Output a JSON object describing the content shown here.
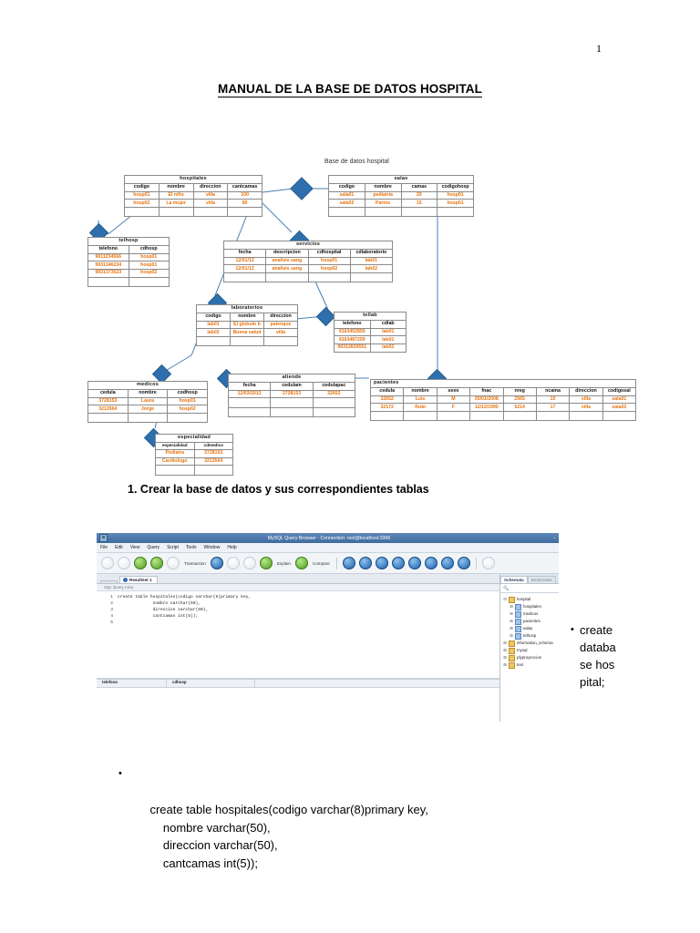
{
  "page": {
    "number": "1",
    "title": "MANUAL DE LA BASE DE DATOS HOSPITAL"
  },
  "diagram": {
    "caption": "Base de datos hospital",
    "tables": {
      "hospitales": {
        "name": "hospitales",
        "columns": [
          "codigo",
          "nombre",
          "direccion",
          "cantcamas"
        ],
        "rows": [
          [
            "hosp01",
            "El niño",
            "villa",
            "100"
          ],
          [
            "hosp02",
            "La mujer",
            "villa",
            "80"
          ]
        ]
      },
      "salas": {
        "name": "salas",
        "columns": [
          "codigo",
          "nombre",
          "camas",
          "codigohosp"
        ],
        "rows": [
          [
            "sala01",
            "pediatria",
            "20",
            "hosp01"
          ],
          [
            "sala02",
            "Partos",
            "15",
            "hosp01"
          ]
        ]
      },
      "telhosp": {
        "name": "telhosp",
        "columns": [
          "telefono",
          "cdhosp"
        ],
        "rows": [
          [
            "9011234566",
            "hosp01"
          ],
          [
            "9931346234",
            "hosp01"
          ],
          [
            "9931373523",
            "hosp02"
          ]
        ]
      },
      "servicios": {
        "name": "servicios",
        "columns": [
          "fecha",
          "descripcion",
          "cdhospital",
          "cdlaboratorio"
        ],
        "rows": [
          [
            "12/01/12",
            "analisis sang",
            "hosp01",
            "lab01"
          ],
          [
            "12/01/12",
            "analisis sang",
            "hosp02",
            "lab02"
          ]
        ]
      },
      "laboratorios": {
        "name": "laboratorios",
        "columns": [
          "codigo",
          "nombre",
          "direccion"
        ],
        "rows": [
          [
            "lab01",
            "El globulo b",
            "palenque"
          ],
          [
            "lab02",
            "Buena salud",
            "villa"
          ]
        ]
      },
      "tellab": {
        "name": "tellab",
        "columns": [
          "telefono",
          "cdlab"
        ],
        "rows": [
          [
            "9163452856",
            "lab01"
          ],
          [
            "9163487259",
            "lab01"
          ],
          [
            "99312839551",
            "lab02"
          ]
        ]
      },
      "medicos": {
        "name": "medicos",
        "columns": [
          "cedula",
          "nombre",
          "codhosp"
        ],
        "rows": [
          [
            "3728153",
            "Laura",
            "hosp01"
          ],
          [
            "3213564",
            "Jorge",
            "hosp02"
          ]
        ]
      },
      "atiende": {
        "name": "atiende",
        "columns": [
          "fecha",
          "cedulam",
          "cedulapac"
        ],
        "rows": [
          [
            "12/03/2012",
            "3728153",
            "32652"
          ]
        ]
      },
      "pacientes": {
        "name": "pacientes",
        "columns": [
          "cedula",
          "nombre",
          "sexo",
          "fnac",
          "nreg",
          "ncama",
          "direccion",
          "codigosal"
        ],
        "rows": [
          [
            "32652",
            "Luis",
            "M",
            "05/01/2008",
            "2565",
            "10",
            "villa",
            "sala01"
          ],
          [
            "32172",
            "Rubi",
            "F",
            "12/12/1990",
            "5214",
            "17",
            "villa",
            "sala02"
          ]
        ]
      },
      "especialidad": {
        "name": "especialidad",
        "columns": [
          "especialidad",
          "cdmedico"
        ],
        "rows": [
          [
            "Pediatra",
            "3728153"
          ],
          [
            "Cardiologo",
            "3213564"
          ]
        ]
      }
    }
  },
  "section1": {
    "number": "1.",
    "heading": "Crear la base de datos y sus correspondientes tablas"
  },
  "app": {
    "window_title": "MySQL Query Browser - Connection: root@localhost:3306",
    "minimize_glyph": "−",
    "menu": [
      "File",
      "Edit",
      "View",
      "Query",
      "Script",
      "Tools",
      "Window",
      "Help"
    ],
    "toolbar": {
      "transaction_label": "Transaction",
      "explain_label": "Explain",
      "compare_label": "Compare"
    },
    "tabs": [
      {
        "label": "Resultset 1"
      }
    ],
    "query_area_placeholder": "SQL Query Area",
    "editor": {
      "lines": [
        {
          "n": "1",
          "text": "create table hospitales(codigo varchar(8)primary key,"
        },
        {
          "n": "2",
          "text": "              nombre varchar(50),"
        },
        {
          "n": "3",
          "text": "              direccion varchar(50),"
        },
        {
          "n": "4",
          "text": "              cantcamas int(5));"
        },
        {
          "n": "5",
          "text": ""
        }
      ]
    },
    "results": {
      "columns": [
        "telefono",
        "cdhosp"
      ]
    },
    "sidebar": {
      "tab_active": "Schemata",
      "tab_inactive": "Bookmarks",
      "tree": [
        {
          "label": "hospital",
          "level": 1,
          "type": "schema"
        },
        {
          "label": "hospitales",
          "level": 2,
          "type": "table"
        },
        {
          "label": "medicos",
          "level": 2,
          "type": "table"
        },
        {
          "label": "pacientes",
          "level": 2,
          "type": "table"
        },
        {
          "label": "salas",
          "level": 2,
          "type": "table"
        },
        {
          "label": "telhosp",
          "level": 2,
          "type": "table"
        },
        {
          "label": "information_schema",
          "level": 1,
          "type": "schema"
        },
        {
          "label": "mysql",
          "level": 1,
          "type": "schema"
        },
        {
          "label": "pfyproyeccion",
          "level": 1,
          "type": "schema"
        },
        {
          "label": "test",
          "level": 1,
          "type": "schema"
        }
      ]
    }
  },
  "bullets": {
    "right": "create database hospital;",
    "bottom": "create table hospitales(codigo varchar(8)primary key,\n        nombre varchar(50),\n        direccion varchar(50),\n        cantcamas int(5));"
  }
}
